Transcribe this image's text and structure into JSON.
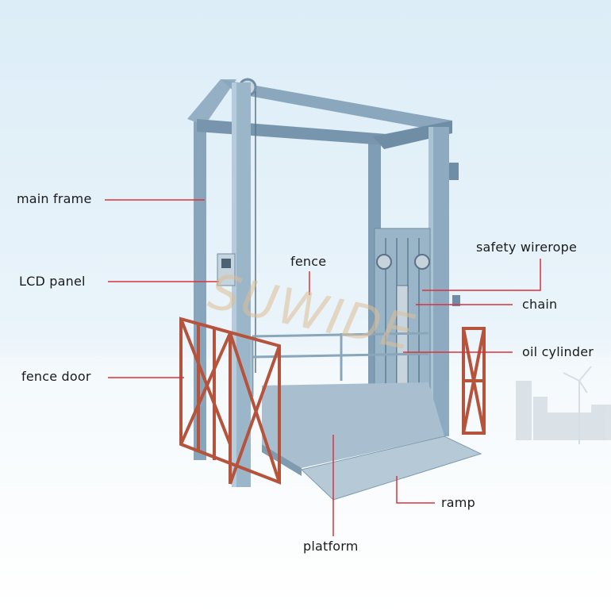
{
  "labels": {
    "main_frame": "main frame",
    "lcd_panel": "LCD panel",
    "fence_door": "fence door",
    "fence": "fence",
    "safety_wirerope": "safety wirerope",
    "chain": "chain",
    "oil_cylinder": "oil cylinder",
    "ramp": "ramp",
    "platform": "platform"
  },
  "watermark": "SUWIDE",
  "colors": {
    "frame": "#7f9db4",
    "frame_light": "#a8c1d3",
    "frame_dark": "#5f7d94",
    "fence": "#b5533c",
    "leader": "#d9333a",
    "sky": "#e3f0f8",
    "floor": "#f1f6fb",
    "platform": "#a6bccd"
  }
}
